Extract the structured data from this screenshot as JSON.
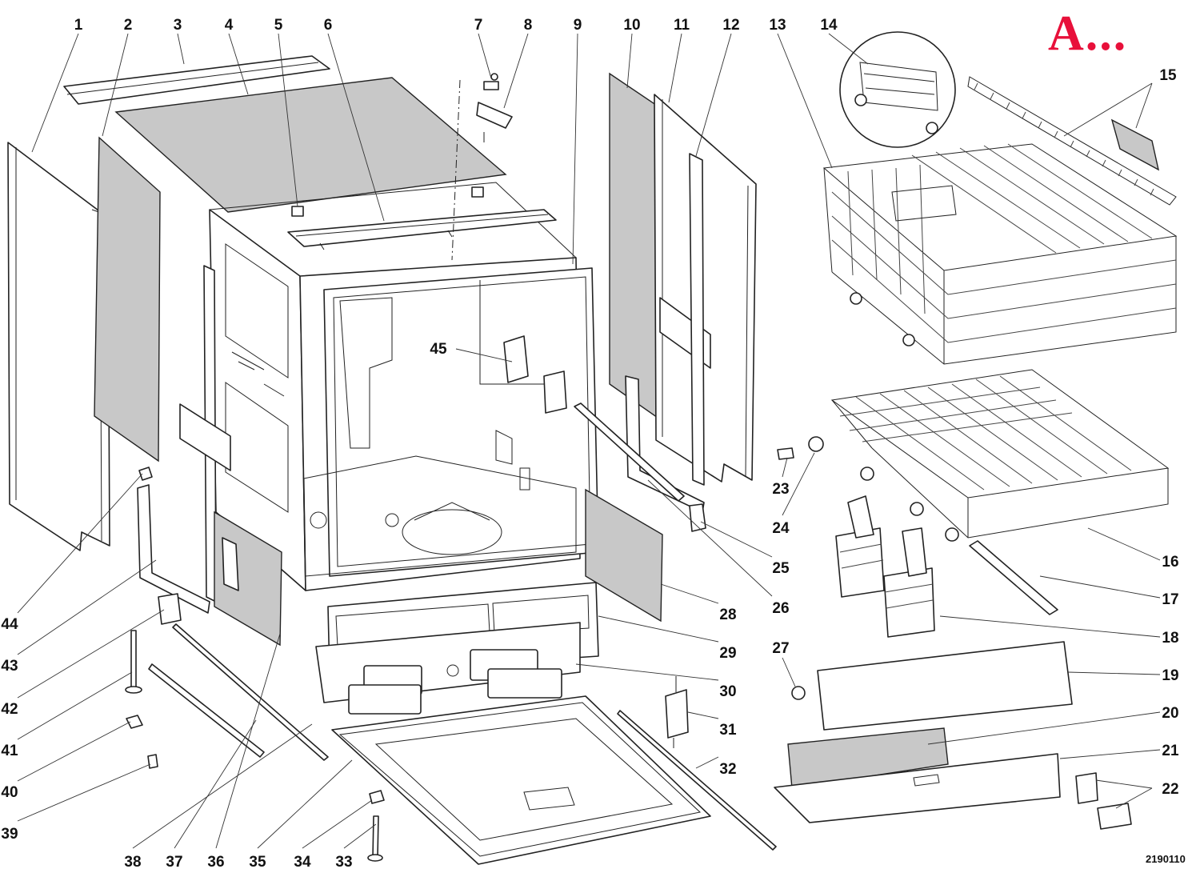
{
  "header": {
    "text": "A...",
    "color": "#e8103a"
  },
  "drawing_number": "2190110",
  "callouts": [
    "1",
    "2",
    "3",
    "4",
    "5",
    "6",
    "7",
    "8",
    "9",
    "10",
    "11",
    "12",
    "13",
    "14",
    "15",
    "16",
    "17",
    "18",
    "19",
    "20",
    "21",
    "22",
    "23",
    "24",
    "25",
    "26",
    "27",
    "28",
    "29",
    "30",
    "31",
    "32",
    "33",
    "34",
    "35",
    "36",
    "37",
    "38",
    "39",
    "40",
    "41",
    "42",
    "43",
    "44",
    "45"
  ],
  "colors": {
    "line": "#222222",
    "panel_fill": "#c8c8c8",
    "background": "#ffffff"
  }
}
